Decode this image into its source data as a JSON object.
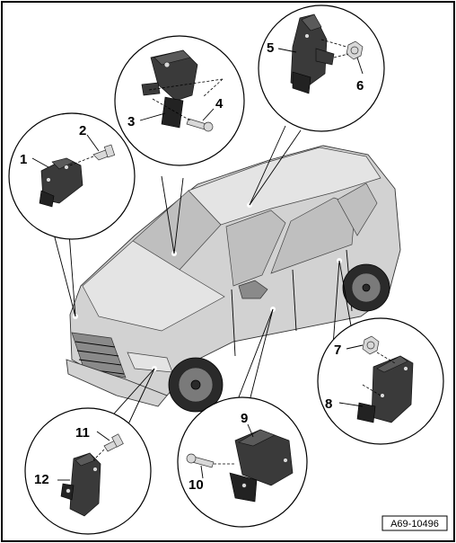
{
  "callouts": [
    {
      "id": "1",
      "label": "1"
    },
    {
      "id": "2",
      "label": "2"
    },
    {
      "id": "3",
      "label": "3"
    },
    {
      "id": "4",
      "label": "4"
    },
    {
      "id": "5",
      "label": "5"
    },
    {
      "id": "6",
      "label": "6"
    },
    {
      "id": "7",
      "label": "7"
    },
    {
      "id": "8",
      "label": "8"
    },
    {
      "id": "9",
      "label": "9"
    },
    {
      "id": "10",
      "label": "10"
    },
    {
      "id": "11",
      "label": "11"
    },
    {
      "id": "12",
      "label": "12"
    }
  ],
  "reference_code": "A69-10496",
  "colors": {
    "line": "#000000",
    "part": "#3a3a3a",
    "car": "#d2d2d2"
  }
}
